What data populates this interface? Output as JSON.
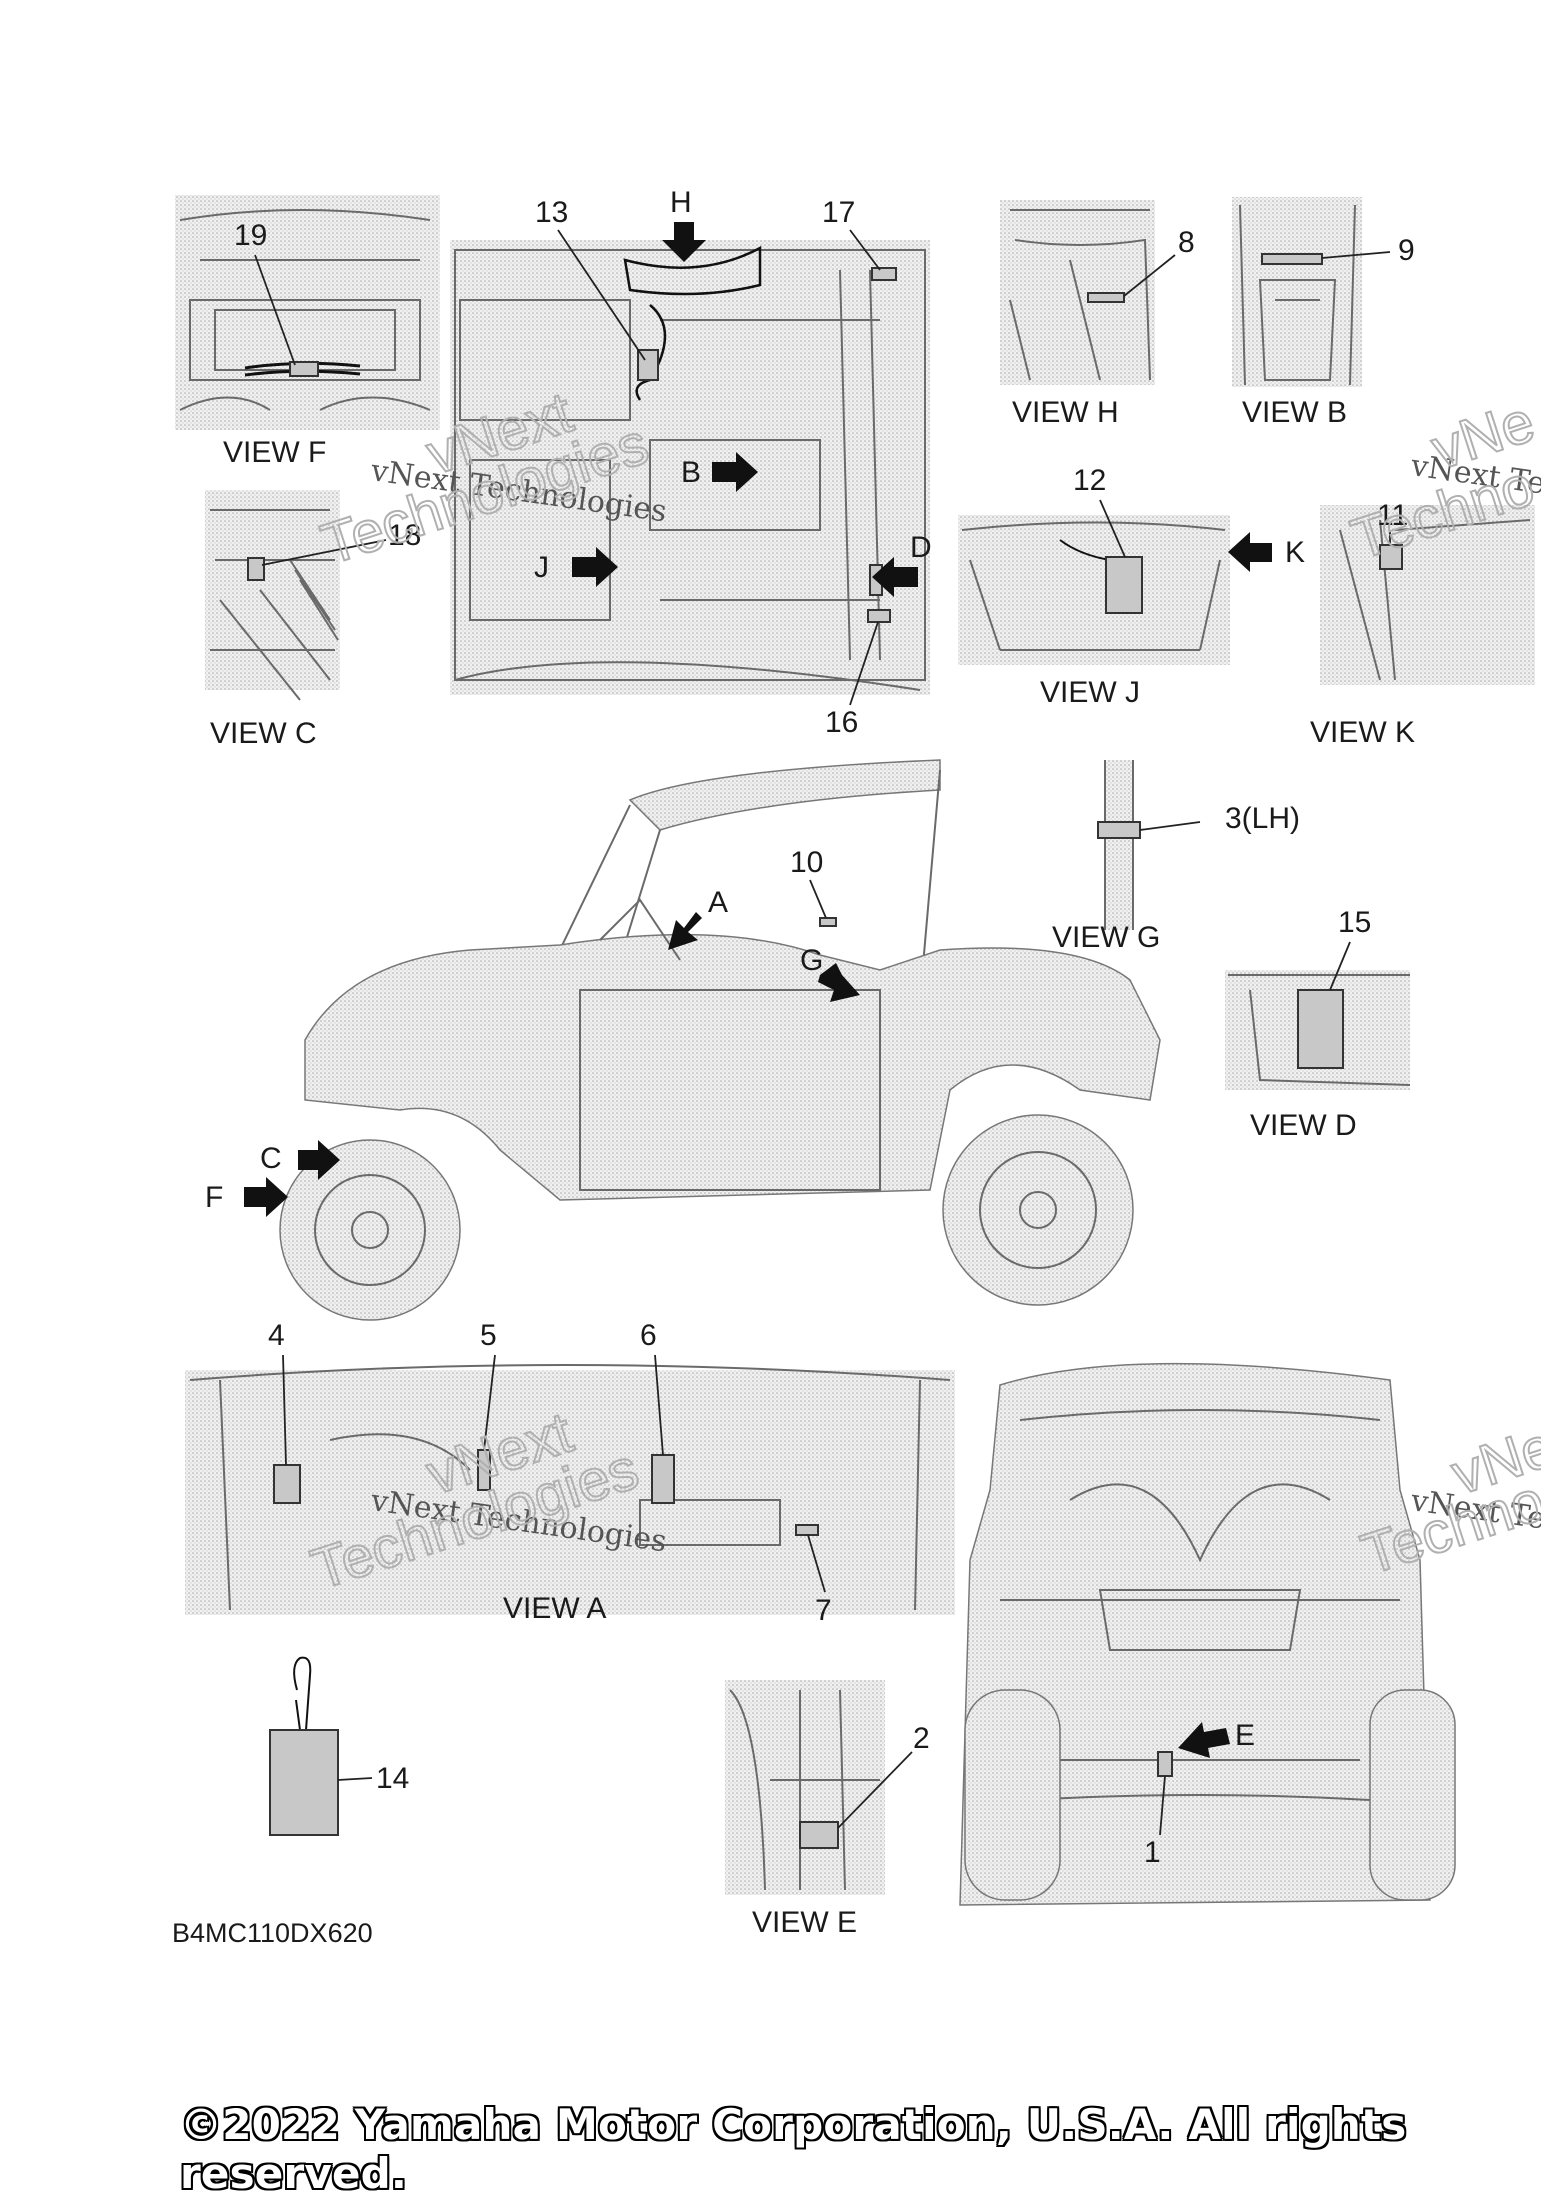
{
  "views": {
    "view_f": "VIEW F",
    "view_c": "VIEW C",
    "view_h": "VIEW H",
    "view_b": "VIEW B",
    "view_j": "VIEW J",
    "view_k": "VIEW K",
    "view_g": "VIEW G",
    "view_d": "VIEW D",
    "view_a": "VIEW A",
    "view_e": "VIEW E"
  },
  "callouts": {
    "c1": "1",
    "c2": "2",
    "c3": "3(LH)",
    "c4": "4",
    "c5": "5",
    "c6": "6",
    "c7": "7",
    "c8": "8",
    "c9": "9",
    "c10": "10",
    "c11": "11",
    "c12": "12",
    "c13": "13",
    "c14": "14",
    "c15": "15",
    "c16": "16",
    "c17": "17",
    "c18": "18",
    "c19": "19"
  },
  "arrow_letters": {
    "a": "A",
    "b": "B",
    "c": "C",
    "d": "D",
    "e": "E",
    "f": "F",
    "g": "G",
    "h": "H",
    "j": "J",
    "k": "K"
  },
  "watermark": {
    "text": "vNext Technologies",
    "big_top": "vNext",
    "big_bottom": "Technologies",
    "big_right_top": "vNe",
    "big_right_bottom": "Techno",
    "right_small": "vNext Te"
  },
  "diagram_code": "B4MC110DX620",
  "copyright": "©2022 Yamaha Motor Corporation, U.S.A. All rights reserved."
}
